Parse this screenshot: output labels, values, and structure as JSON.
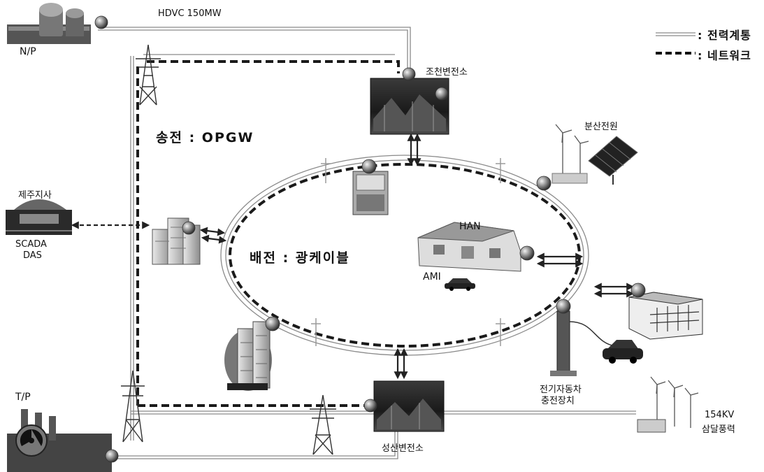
{
  "legend": {
    "power_system": ": 전력계통",
    "network": ": 네트워크"
  },
  "labels": {
    "hdvc": "HDVC 150MW",
    "np": "N/P",
    "tp": "T/P",
    "jocheon": "조천변전소",
    "seongsan": "성산변전소",
    "transmission": "송전 : OPGW",
    "distribution": "배전 : 광케이블",
    "jeju_line1": "제주지사",
    "jeju_line2": "SCADA",
    "jeju_line3": "DAS",
    "distributed_power": "분산전원",
    "han": "HAN",
    "ami": "AMI",
    "ev_line1": "전기자동차",
    "ev_line2": "충전장치",
    "wind_line1": "154KV",
    "wind_line2": "삼달풍력"
  },
  "icons": [
    "nuclear-plant-icon",
    "thermal-plant-icon",
    "substation-icon",
    "transmission-tower-icon",
    "office-building-icon",
    "transformer-icon",
    "house-icon",
    "car-icon",
    "wind-turbine-icon",
    "solar-panel-icon",
    "factory-icon",
    "ev-charger-icon",
    "apartment-icon",
    "network-node-icon"
  ]
}
